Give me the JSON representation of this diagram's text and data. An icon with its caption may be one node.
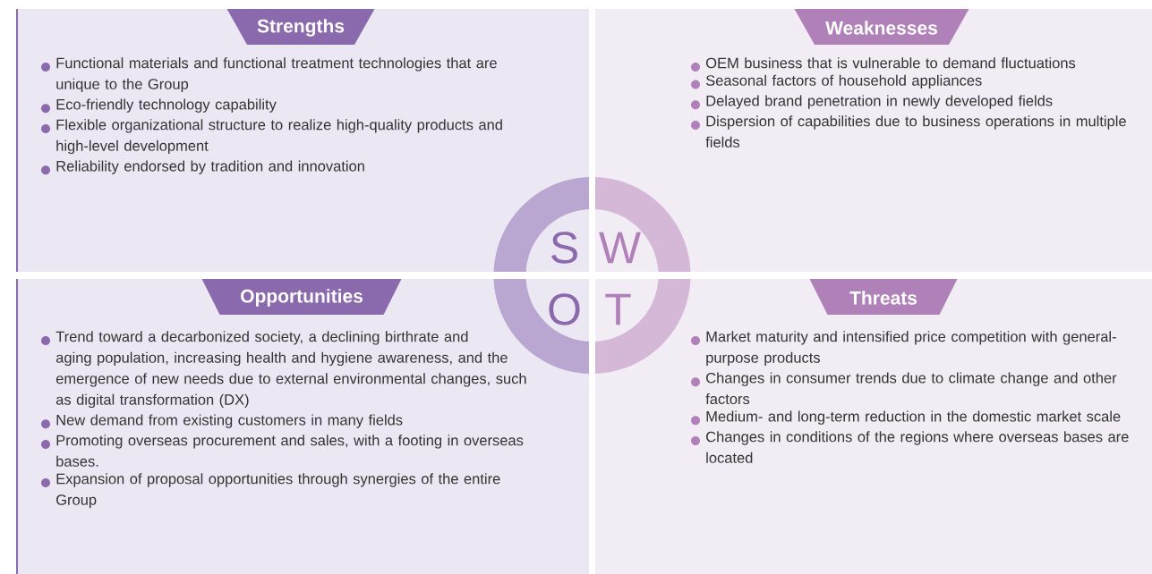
{
  "diagram": {
    "nodes": [
      {
        "text": [
          "Functional materials and functional treatment technologies that are unique to the Group",
          "Eco-friendly technology capability",
          "Flexible organizational structure to realize high-quality products and high-level development",
          "Reliability endorsed by tradition and innovation"
        ]
      },
      {
        "text": [
          "Strengths"
        ],
        "in": 0
      },
      {
        "text": [
          "S"
        ],
        "in": 0
      },
      {
        "text": [
          "OEM business that is vulnerable to demand fluctuations",
          "Seasonal factors of household appliances",
          "Delayed brand penetration in newly developed fields",
          "Dispersion of capabilities due to business operations in multiple fields"
        ]
      },
      {
        "text": [
          "Weaknesses"
        ],
        "in": 3
      },
      {
        "text": [
          "W"
        ],
        "in": 3
      },
      {
        "text": [
          "Trend toward a decarbonized society, a declining birthrate and aging population, increasing health and hygiene awareness, and the emergence of new needs due to external environmental changes, such as digital transformation (DX)",
          "New demand from existing customers in many fields",
          "Promoting overseas procurement and sales, with a footing in overseas bases.",
          "Expansion of proposal opportunities through synergies of the entire Group"
        ]
      },
      {
        "text": [
          "Opportunities"
        ],
        "in": 6
      },
      {
        "text": [
          "O"
        ],
        "in": 6
      },
      {
        "text": [
          "Market maturity and intensified price competition with general-purpose products",
          "Changes in consumer trends due to climate change and other factors",
          "Medium- and long-term reduction in the domestic market scale",
          "Changes in conditions of the regions where overseas bases are located"
        ]
      },
      {
        "text": [
          "Threats"
        ],
        "in": 9
      },
      {
        "text": [
          "T"
        ],
        "in": 9
      }
    ]
  }
}
